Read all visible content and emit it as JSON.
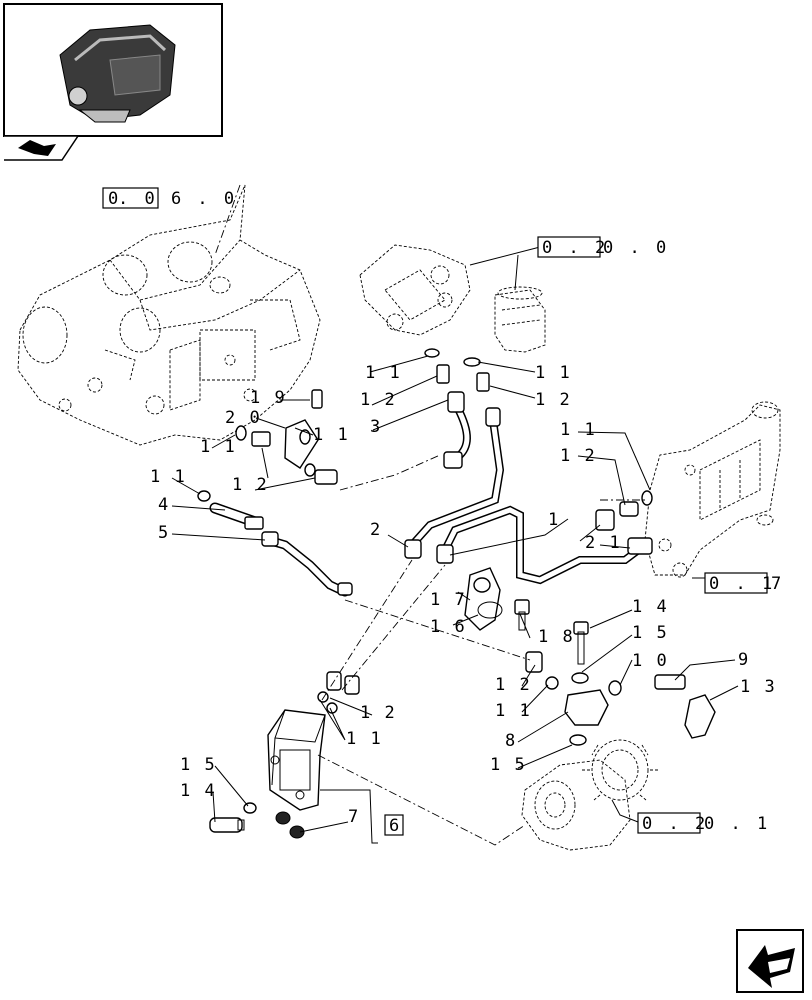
{
  "refs": {
    "r1": {
      "box": "0",
      "tail": ". 0 6 . 0"
    },
    "r2": {
      "box": "0 . 2",
      "tail": "0 . 0"
    },
    "r3": {
      "box": "0 . 1",
      "tail": "7"
    },
    "r4": {
      "box": "0 . 2",
      "tail": "0 . 1"
    },
    "r5": {
      "box": "6"
    }
  },
  "callouts": {
    "c1": "1",
    "c2": "2",
    "c3": "3",
    "c4": "4",
    "c5": "5",
    "c7": "7",
    "c8": "8",
    "c9": "9",
    "c10": "1 0",
    "c11a": "1 1",
    "c11b": "1 1",
    "c11c": "1 1",
    "c11d": "1 1",
    "c11e": "1 1",
    "c11f": "1 1",
    "c11g": "1 1",
    "c11h": "1 1",
    "c12a": "1 2",
    "c12b": "1 2",
    "c12c": "1 2",
    "c12d": "1 2",
    "c12e": "1 2",
    "c12f": "1 2",
    "c13": "1 3",
    "c14a": "1 4",
    "c14b": "1 4",
    "c15a": "1 5",
    "c15b": "1 5",
    "c15c": "1 5",
    "c16": "1 6",
    "c17": "1 7",
    "c18": "1 8",
    "c19": "1 9",
    "c20": "2 0",
    "c21": "2 1"
  },
  "icons": {
    "thumbnail": "engine-thumbnail-icon",
    "nav_prev": "prev-arrow-icon",
    "nav_next": "next-page-arrow-icon"
  }
}
